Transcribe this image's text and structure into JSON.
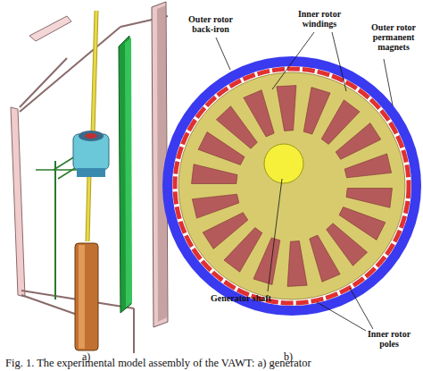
{
  "diagram": {
    "caption": "Fig. 1. The experimental model assembly of the VAWT: a) generator",
    "labels": [
      "Outer rotor back-iron",
      "Inner rotor windings",
      "Outer rotor permanent magnets",
      "Generator shaft",
      "Inner rotor poles",
      "a)",
      "b)"
    ]
  }
}
